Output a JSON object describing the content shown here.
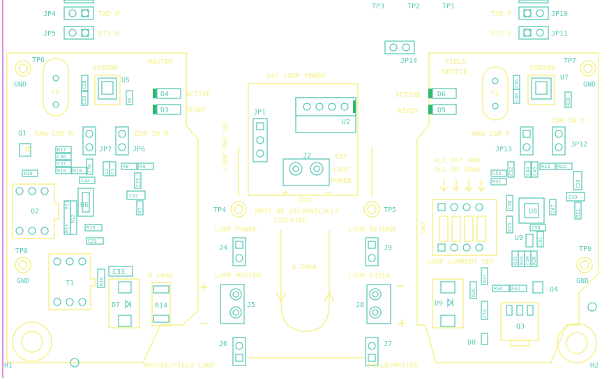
{
  "colors": {
    "silk": "#f5f08a",
    "copper": "#5cc8b8",
    "led": "#2fb96d",
    "border": "#e58be5",
    "background": "#ffffff"
  },
  "test_points": [
    "TP1",
    "TP2",
    "TP3",
    "TP4",
    "TP5",
    "TP6",
    "TP7",
    "TP8",
    "TP9"
  ],
  "holes": [
    "H1",
    "H2"
  ],
  "headers_top_left": [
    {
      "ref": "JP4",
      "label": "TXD M"
    },
    {
      "ref": "JP5",
      "label": "RTS M"
    }
  ],
  "headers_top_right": [
    {
      "ref": "JP10",
      "label": "TXD F"
    },
    {
      "ref": "JP11",
      "label": "RTS F"
    }
  ],
  "master": {
    "section_title": "MASTER",
    "chip_title": "DS8500",
    "chip_ref": "U5",
    "crystal": "Y2",
    "leds": [
      {
        "ref": "D4",
        "label": "ACTIVE"
      },
      {
        "ref": "D3",
        "label": "READY"
      }
    ],
    "raw_csr": "RAW CSR M",
    "cdr": "CDR IN M",
    "jp_left": "JP7",
    "jp_right": "JP6",
    "q1": "Q1",
    "q2": "Q2",
    "u6": "U6",
    "t1": "T1",
    "d7": "D7",
    "r14": "R14",
    "r_load": "R LOAD",
    "c33": "C33",
    "r16": "R16",
    "gnd": "GND",
    "labels": [
      "C28",
      "C29",
      "R6",
      "R17",
      "C36",
      "C37",
      "R19",
      "R18",
      "C30",
      "R10",
      "C32",
      "C2",
      "C3",
      "R8",
      "R9",
      "C21",
      "C22",
      "R7",
      "R13",
      "R12",
      "R11",
      "R15",
      "C31"
    ]
  },
  "field": {
    "section_title_1": "FIELD",
    "section_title_2": "DEVICE",
    "chip_title": "DS8500",
    "chip_ref": "U7",
    "crystal": "Y3",
    "leds": [
      {
        "ref": "D6",
        "label": "ACTIVE"
      },
      {
        "ref": "D5",
        "label": "READY"
      }
    ],
    "raw_csr": "RAW CSR F",
    "cdr": "CDR IN F",
    "jp13": "JP13",
    "jp12": "JP12",
    "sw_off": "ALL OFF 4mA",
    "sw_on": "ALL ON 20mA",
    "sw_ref": "SW2",
    "loop_current": "LOOP CURRENT SET",
    "u8": "U8",
    "u9": "U9",
    "d9": "D9",
    "d8": "D8",
    "q3": "Q3",
    "q4": "Q4",
    "gnd": "GND",
    "labels": [
      "C45",
      "C46",
      "R20",
      "C53",
      "C52",
      "R31",
      "C44",
      "C43",
      "R23",
      "R22",
      "C38",
      "C39",
      "R21",
      "C48",
      "C47",
      "R25",
      "C50",
      "C51",
      "R33",
      "R24",
      "C49",
      "R30",
      "R37",
      "R35",
      "R34",
      "R32",
      "C54"
    ]
  },
  "center": {
    "title": "24V LOOP POWER",
    "u2": "U2",
    "jp1": "JP1",
    "jp1_label": "LOOP PWR SEL",
    "j2": "J2",
    "ext": "EXT",
    "loop": "LOOP",
    "power": "POWER",
    "v24": "24V",
    "warning_1": "MUST BE GALVANICALLY",
    "warning_2": "ISOLATED",
    "jp14": "JP14",
    "tp4": "TP4",
    "tp5": "TP5",
    "loop_power": "LOOP  POWER",
    "loop_return": "LOOP  RETURN",
    "j4": "J4",
    "j9": "J9",
    "loop_master": "LOOP  MASTER",
    "loop_field": "LOOP  FIELD",
    "current": "4-20mA",
    "j5": "J5",
    "j8": "J8",
    "j6": "J6",
    "j7": "J7",
    "master_field_loop": "MASTER/FIELD LOOP",
    "field_master": "FIELD/MASTER"
  }
}
